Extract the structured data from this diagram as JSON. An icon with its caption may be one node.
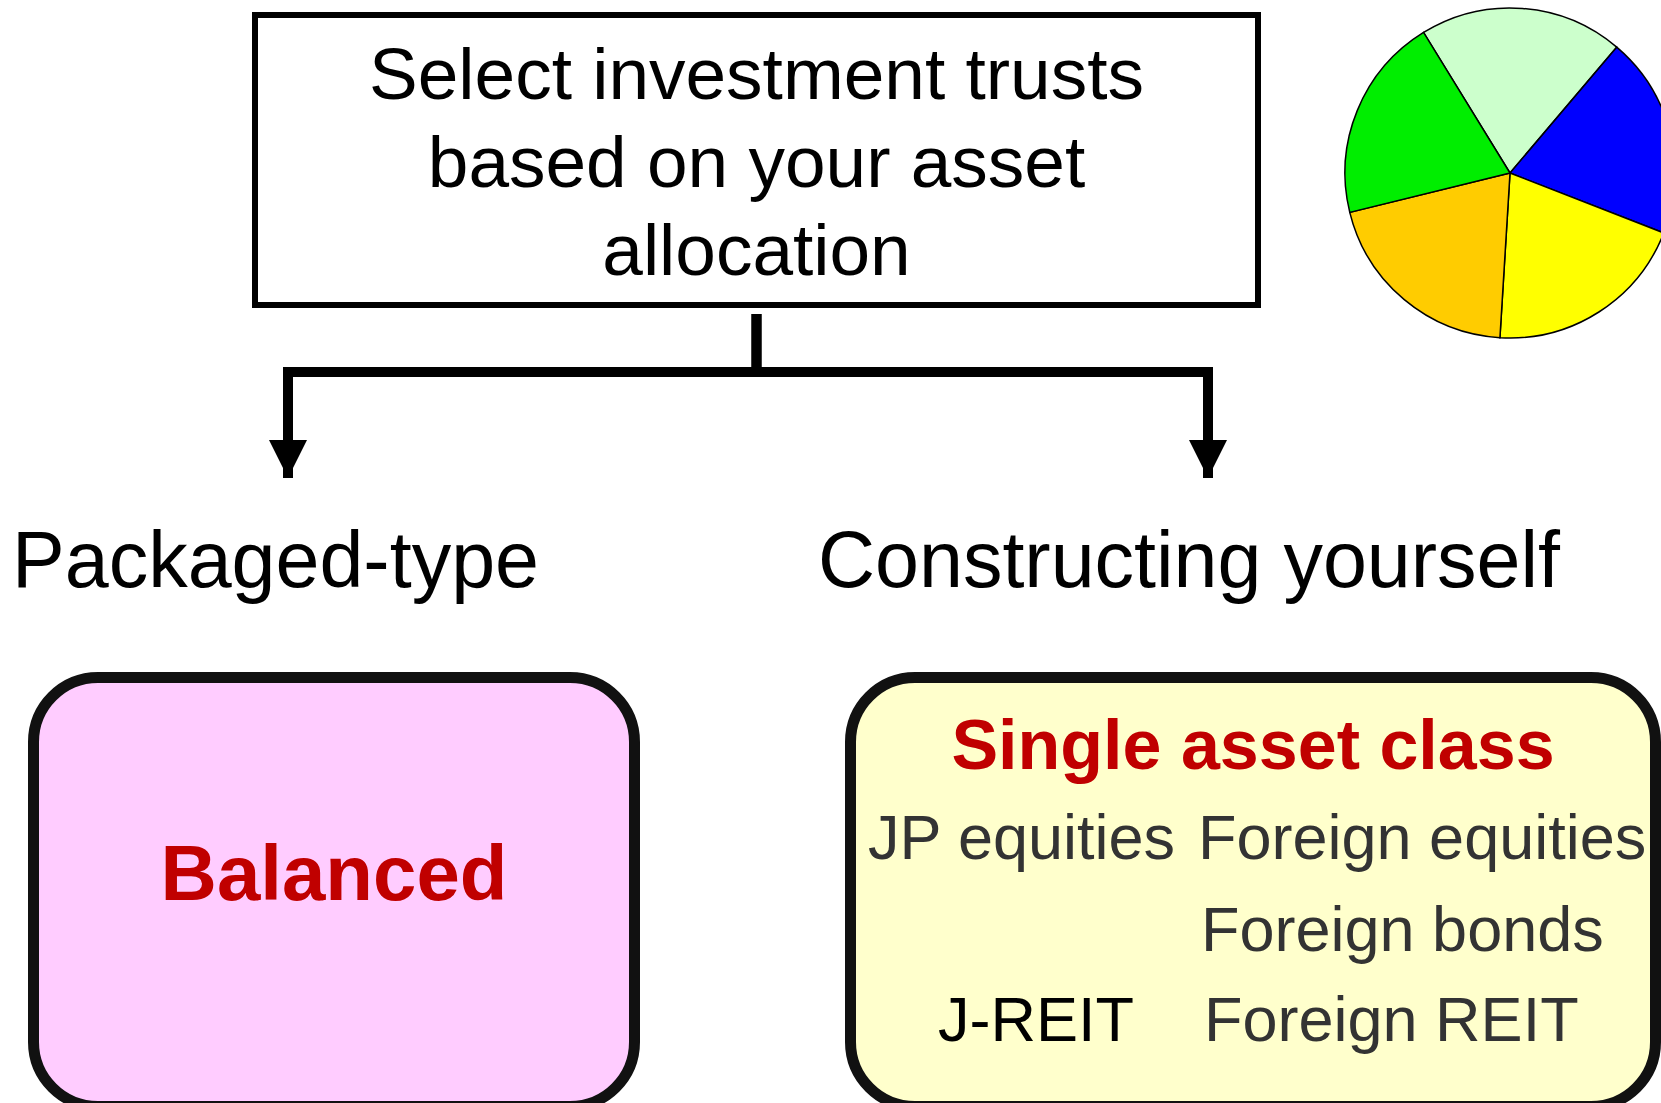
{
  "diagram": {
    "nodes": [
      {
        "text": [
          "Select investment trusts based on your asset allocation"
        ]
      },
      {
        "text": [
          "Packaged-type"
        ]
      },
      {
        "text": [
          "Constructing yourself"
        ]
      },
      {
        "text": [
          "Balanced"
        ]
      },
      {
        "text": [
          "Single asset class",
          "JP equities",
          "Foreign equities",
          "Foreign bonds",
          "J-REIT",
          "Foreign REIT"
        ]
      }
    ],
    "edges": [
      {
        "from": 0,
        "to": 1,
        "arrow": "to"
      },
      {
        "from": 0,
        "to": 2,
        "arrow": "to"
      }
    ]
  }
}
